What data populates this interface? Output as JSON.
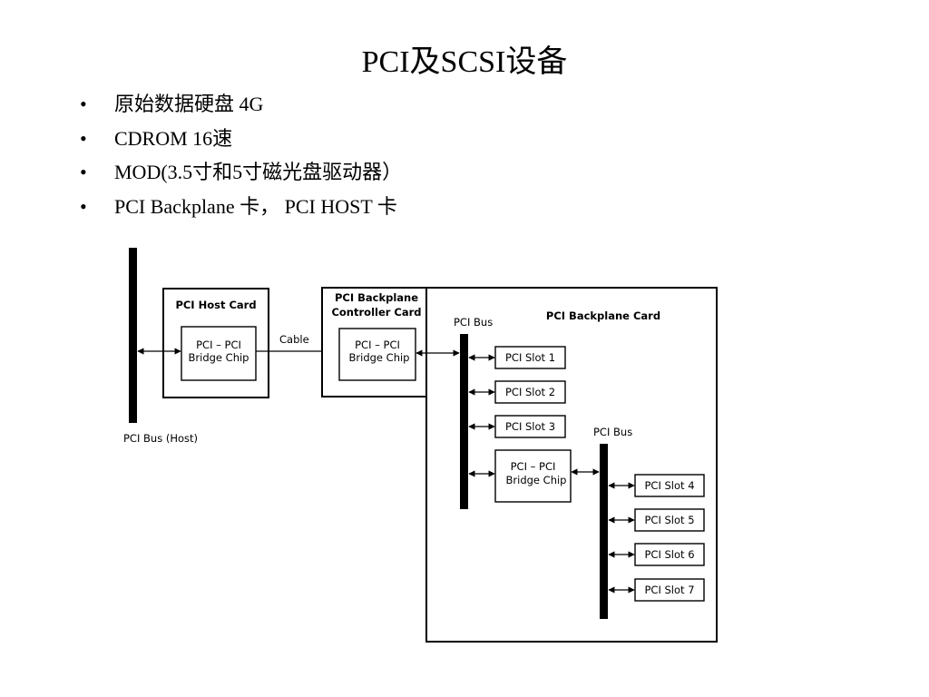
{
  "slide": {
    "title": "PCI及SCSI设备",
    "bullet_glyph": "•",
    "bullets": [
      "原始数据硬盘  4G",
      "CDROM 16速",
      "MOD(3.5寸和5寸磁光盘驱动器）",
      "PCI Backplane 卡， PCI HOST 卡"
    ]
  },
  "diagram": {
    "host_bus_label": "PCI Bus (Host)",
    "host_card": {
      "title": "PCI Host Card",
      "chip_line1": "PCI – PCI",
      "chip_line2": "Bridge Chip"
    },
    "cable_label": "Cable",
    "controller_card": {
      "title_line1": "PCI Backplane",
      "title_line2": "Controller Card",
      "chip_line1": "PCI – PCI",
      "chip_line2": "Bridge Chip"
    },
    "backplane_card": {
      "title": "PCI Backplane Card",
      "bus1_label": "PCI Bus",
      "bus2_label": "PCI Bus",
      "bridge_line1": "PCI – PCI",
      "bridge_line2": "Bridge Chip",
      "slots_bus1": [
        "PCI Slot 1",
        "PCI Slot 2",
        "PCI Slot 3"
      ],
      "slots_bus2": [
        "PCI Slot 4",
        "PCI Slot 5",
        "PCI Slot 6",
        "PCI Slot 7"
      ]
    }
  }
}
